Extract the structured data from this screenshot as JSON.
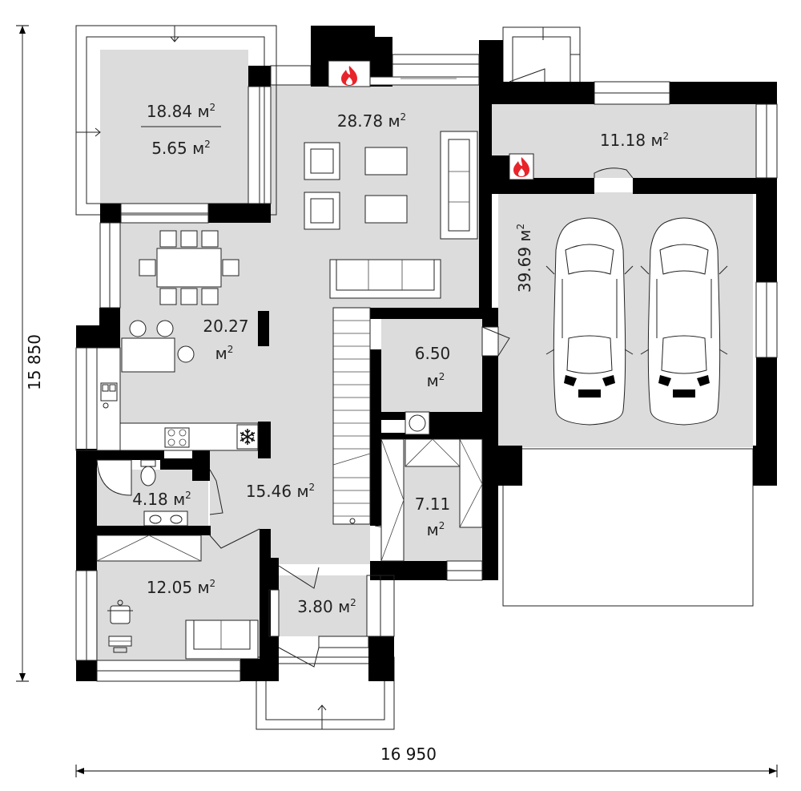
{
  "dimensions": {
    "width_label": "16 950",
    "height_label": "15 850"
  },
  "unit": "м",
  "unit_exp": "2",
  "rooms": {
    "terrace": {
      "area_top": "18.84",
      "area_bottom": "5.65"
    },
    "living": {
      "area": "28.78"
    },
    "boiler": {
      "area": "11.18"
    },
    "garage": {
      "area": "39.69"
    },
    "dining": {
      "area_line1": "20.27",
      "area_line2": ""
    },
    "storage": {
      "area_line1": "6.50"
    },
    "bathroom": {
      "area": "4.18"
    },
    "hall": {
      "area": "15.46"
    },
    "wardrobe": {
      "area_line1": "7.11"
    },
    "bedroom": {
      "area": "12.05"
    },
    "vestibule": {
      "area": "3.80"
    }
  },
  "icons": {
    "fireplace": "flame-icon",
    "boiler": "flame-icon",
    "fridge": "snowflake-icon"
  },
  "colors": {
    "floor": "#dcdcdc",
    "wall": "#000000",
    "flame": "#e8242b"
  }
}
